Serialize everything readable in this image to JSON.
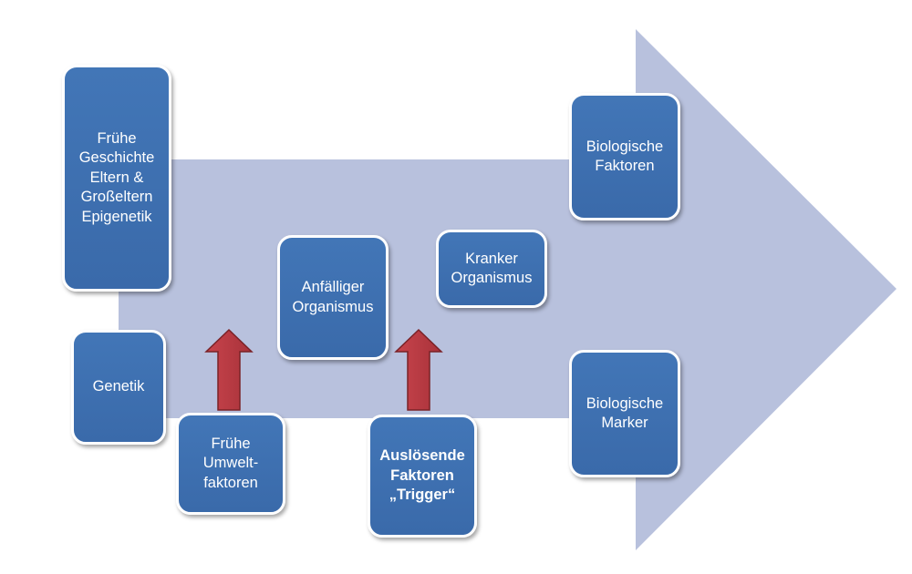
{
  "nodes": {
    "history": {
      "text": "Frühe\nGeschichte\nEltern &\nGroßeltern\nEpigenetik"
    },
    "genetics": {
      "text": "Genetik"
    },
    "early_env": {
      "text": "Frühe\nUmwelt-\nfaktoren"
    },
    "susceptible": {
      "text": "Anfälliger\nOrganismus"
    },
    "sick": {
      "text": "Kranker\nOrganismus"
    },
    "trigger": {
      "text": "Auslösende\nFaktoren\n„Trigger“"
    },
    "bio_factors": {
      "text": "Biologische\nFaktoren"
    },
    "bio_markers": {
      "text": "Biologische\nMarker"
    }
  },
  "colors": {
    "big_arrow": "#b8c1dd",
    "box_fill": "#3f70b0",
    "box_border": "#ffffff",
    "up_arrow_fill": "#bf3c44",
    "up_arrow_stroke": "#7a2227"
  }
}
